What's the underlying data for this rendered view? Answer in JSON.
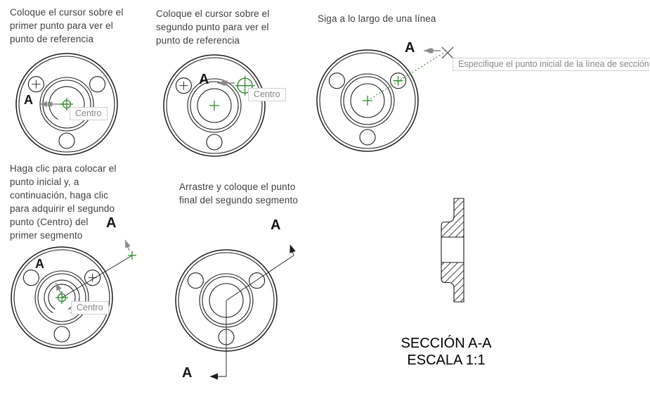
{
  "panels": [
    {
      "caption": "Coloque el cursor sobre el\nprimer punto para ver el\npunto de referencia",
      "label_a": "A",
      "tooltip": "Centro"
    },
    {
      "caption": "Coloque el cursor sobre el\nsegundo punto para ver el\npunto de referencia",
      "label_a": "A",
      "tooltip": "Centro"
    },
    {
      "caption": "Siga a lo largo de una línea",
      "label_a": "A",
      "tooltip": "Especifique el punto inicial de la línea de sección"
    },
    {
      "caption": "Haga clic para colocar el\npunto inicial y, a\ncontinuación, haga clic\npara adquirir el segundo\npunto (Centro) del\nprimer segmento",
      "label_a_inner": "A",
      "label_a_outer": "A",
      "tooltip": "Centro"
    },
    {
      "caption": "Arrastre y coloque el punto\nfinal del segundo segmento",
      "label_a_top": "A",
      "label_a_bottom": "A"
    }
  ],
  "section_view": {
    "title": "SECCIÓN A-A",
    "scale": "ESCALA 1:1"
  },
  "colors": {
    "line": "#1c1c1c",
    "snap_green": "#2e8b2e",
    "arrow_gray": "#8c8c8c",
    "tooltip_border": "#d0d0d0",
    "tooltip_text": "#8a8a8a",
    "caption_text": "#3f3f3f"
  }
}
